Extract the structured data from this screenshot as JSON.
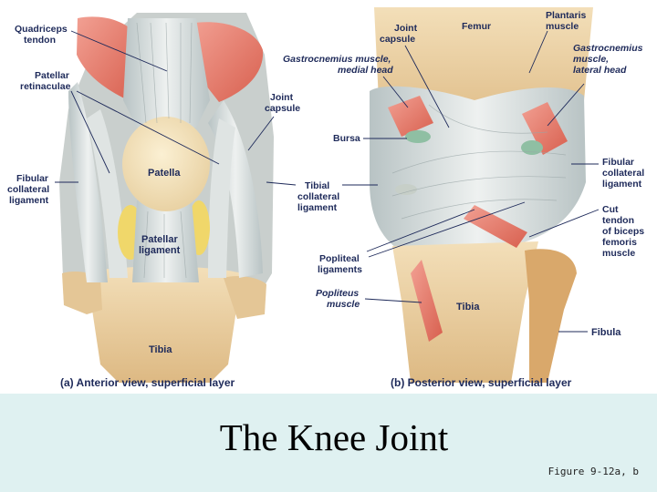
{
  "slide": {
    "title": "The Knee Joint",
    "figure_ref": "Figure 9-12a, b"
  },
  "anterior": {
    "caption": "(a) Anterior view, superficial layer",
    "labels": {
      "quadriceps": [
        "Quadriceps",
        "tendon"
      ],
      "patellar_retinaculae": [
        "Patellar",
        "retinaculae"
      ],
      "joint_capsule": [
        "Joint",
        "capsule"
      ],
      "fibular_collateral": [
        "Fibular",
        "collateral",
        "ligament"
      ],
      "patella": "Patella",
      "patellar_ligament": [
        "Patellar",
        "ligament"
      ],
      "tibia": "Tibia"
    }
  },
  "posterior": {
    "caption": "(b) Posterior view, superficial layer",
    "labels": {
      "joint_capsule": [
        "Joint",
        "capsule"
      ],
      "femur": "Femur",
      "plantaris": [
        "Plantaris",
        "muscle"
      ],
      "gastroc_medial": [
        "Gastrocnemius muscle,",
        "medial head"
      ],
      "gastroc_lateral": [
        "Gastrocnemius",
        "muscle,",
        "lateral head"
      ],
      "bursa": "Bursa",
      "tibial_collateral": [
        "Tibial",
        "collateral",
        "ligament"
      ],
      "fibular_collateral": [
        "Fibular",
        "collateral",
        "ligament"
      ],
      "cut_tendon": [
        "Cut",
        "tendon",
        "of biceps",
        "femoris",
        "muscle"
      ],
      "popliteal_ligaments": [
        "Popliteal",
        "ligaments"
      ],
      "popliteus": [
        "Popliteus",
        "muscle"
      ],
      "tibia": "Tibia",
      "fibula": "Fibula"
    }
  },
  "colors": {
    "bone": "#e9cfa2",
    "ligament": "#d9dedd",
    "muscle": "#e6776a",
    "fat": "#f0d76a",
    "label_text": "#1e2a5a",
    "caption_band": "#dff1f1"
  }
}
